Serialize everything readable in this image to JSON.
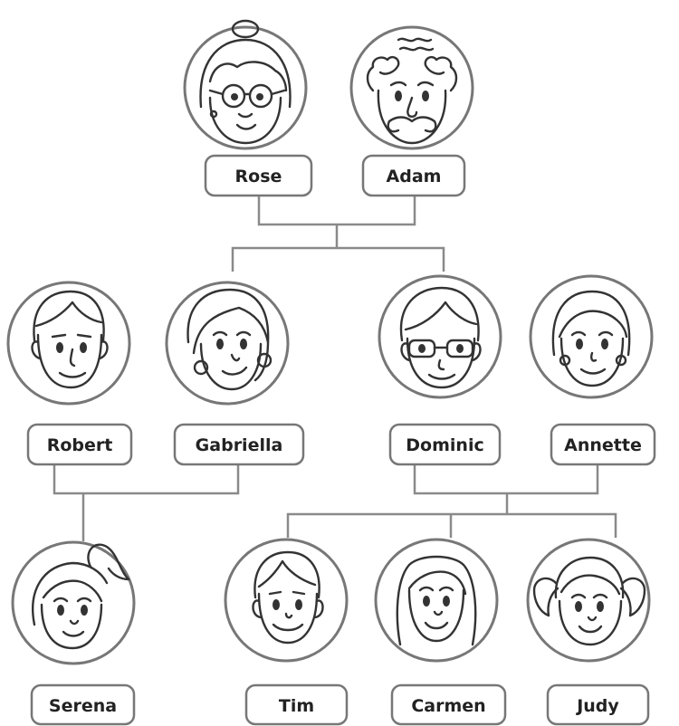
{
  "colors": {
    "outline": "#777777",
    "line": "#333333",
    "text": "#222222"
  },
  "people": [
    {
      "id": "rose",
      "name": "Rose",
      "icon": "grandmother-face-icon"
    },
    {
      "id": "adam",
      "name": "Adam",
      "icon": "grandfather-face-icon"
    },
    {
      "id": "robert",
      "name": "Robert",
      "icon": "man-face-icon"
    },
    {
      "id": "gabriella",
      "name": "Gabriella",
      "icon": "woman-face-icon"
    },
    {
      "id": "dominic",
      "name": "Dominic",
      "icon": "man-glasses-face-icon"
    },
    {
      "id": "annette",
      "name": "Annette",
      "icon": "woman-face-icon"
    },
    {
      "id": "serena",
      "name": "Serena",
      "icon": "girl-ponytail-face-icon"
    },
    {
      "id": "tim",
      "name": "Tim",
      "icon": "boy-face-icon"
    },
    {
      "id": "carmen",
      "name": "Carmen",
      "icon": "girl-long-hair-face-icon"
    },
    {
      "id": "judy",
      "name": "Judy",
      "icon": "girl-pigtails-face-icon"
    }
  ]
}
